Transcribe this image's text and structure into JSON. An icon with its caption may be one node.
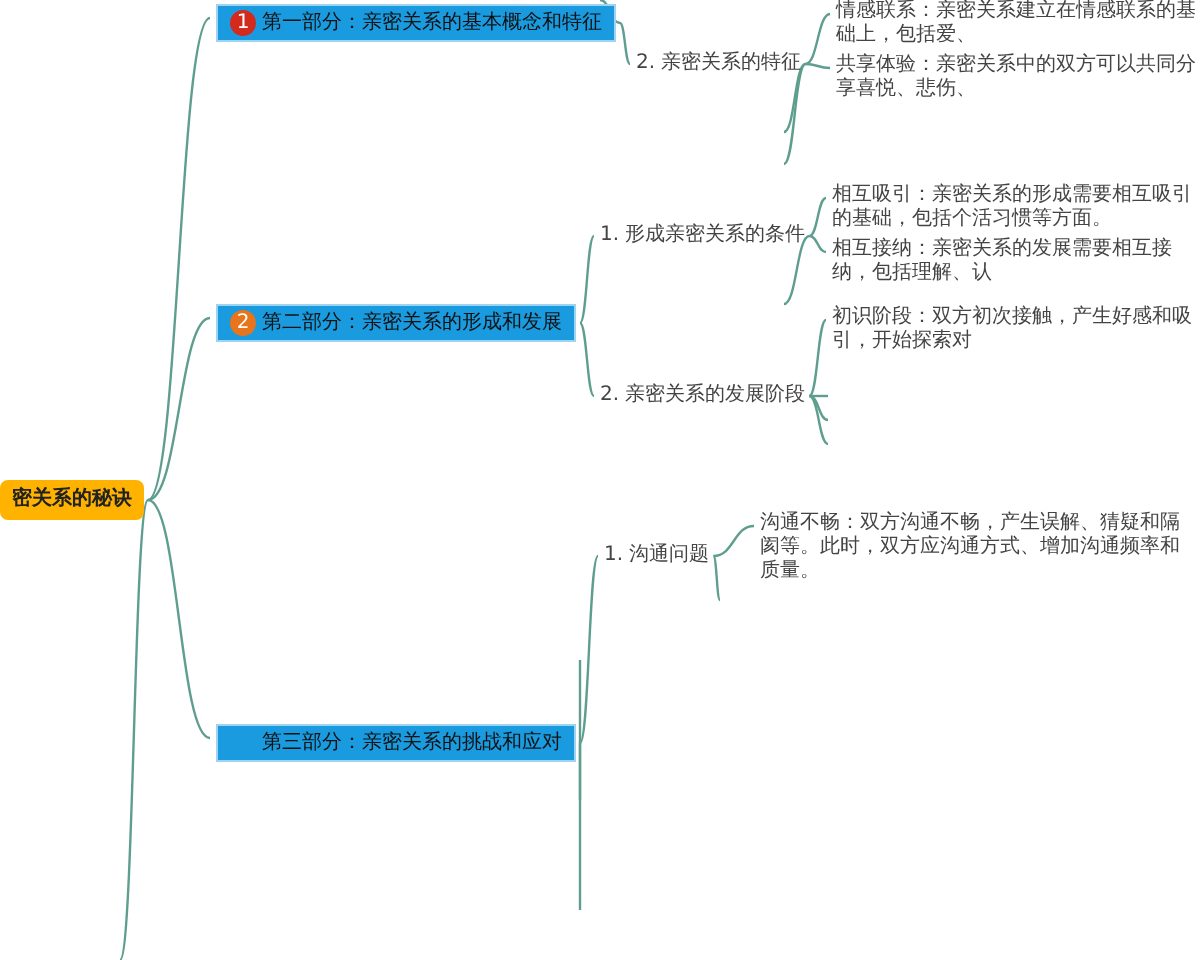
{
  "diagram": {
    "nodes": [
      {
        "text": [
          "密关系的秘诀"
        ]
      },
      {
        "text": [
          "1",
          "第一部分：亲密关系的基本概念和特征"
        ]
      },
      {
        "text": [
          "2. 亲密关系的特征"
        ]
      },
      {
        "text": [
          "情感联系：亲密关系建立在情感联系的基础上，包括爱、"
        ]
      },
      {
        "text": [
          "共享体验：亲密关系中的双方可以共同分享喜悦、悲伤、"
        ]
      },
      {
        "text": [
          "2",
          "第二部分：亲密关系的形成和发展"
        ]
      },
      {
        "text": [
          "1. 形成亲密关系的条件"
        ]
      },
      {
        "text": [
          "相互吸引：亲密关系的形成需要相互吸引的基础，包括个活习惯等方面。"
        ]
      },
      {
        "text": [
          "相互接纳：亲密关系的发展需要相互接纳，包括理解、认"
        ]
      },
      {
        "text": [
          "2. 亲密关系的发展阶段"
        ]
      },
      {
        "text": [
          "初识阶段：双方初次接触，产生好感和吸引，开始探索对"
        ]
      },
      {
        "text": [
          "第三部分：亲密关系的挑战和应对"
        ]
      },
      {
        "text": [
          "1. 沟通问题"
        ]
      },
      {
        "text": [
          "沟通不畅：双方沟通不畅，产生误解、猜疑和隔阂等。此时，双方应沟通方式、增加沟通频率和质量。"
        ]
      }
    ],
    "edges": [
      {
        "from": 0,
        "to": 1,
        "arrow": "none"
      },
      {
        "from": 0,
        "to": 5,
        "arrow": "none"
      },
      {
        "from": 0,
        "to": 11,
        "arrow": "none"
      },
      {
        "from": 0,
        "to": null,
        "arrow": "none"
      },
      {
        "from": 1,
        "to": null,
        "arrow": "none"
      },
      {
        "from": 1,
        "to": 2,
        "arrow": "none"
      },
      {
        "from": 2,
        "to": 3,
        "arrow": "none"
      },
      {
        "from": 2,
        "to": 4,
        "arrow": "none"
      },
      {
        "from": 2,
        "to": null,
        "arrow": "none"
      },
      {
        "from": 2,
        "to": null,
        "arrow": "none"
      },
      {
        "from": 5,
        "to": 6,
        "arrow": "none"
      },
      {
        "from": 5,
        "to": 9,
        "arrow": "none"
      },
      {
        "from": 6,
        "to": 7,
        "arrow": "none"
      },
      {
        "from": 6,
        "to": 8,
        "arrow": "none"
      },
      {
        "from": 6,
        "to": null,
        "arrow": "none"
      },
      {
        "from": 9,
        "to": 10,
        "arrow": "none"
      },
      {
        "from": 9,
        "to": null,
        "arrow": "none"
      },
      {
        "from": 9,
        "to": null,
        "arrow": "none"
      },
      {
        "from": 9,
        "to": null,
        "arrow": "none"
      },
      {
        "from": 11,
        "to": 12,
        "arrow": "none"
      },
      {
        "from": 11,
        "to": null,
        "arrow": "none"
      },
      {
        "from": 11,
        "to": null,
        "arrow": "none"
      },
      {
        "from": 11,
        "to": null,
        "arrow": "none"
      },
      {
        "from": 12,
        "to": 13,
        "arrow": "none"
      },
      {
        "from": 12,
        "to": null,
        "arrow": "none"
      }
    ]
  }
}
